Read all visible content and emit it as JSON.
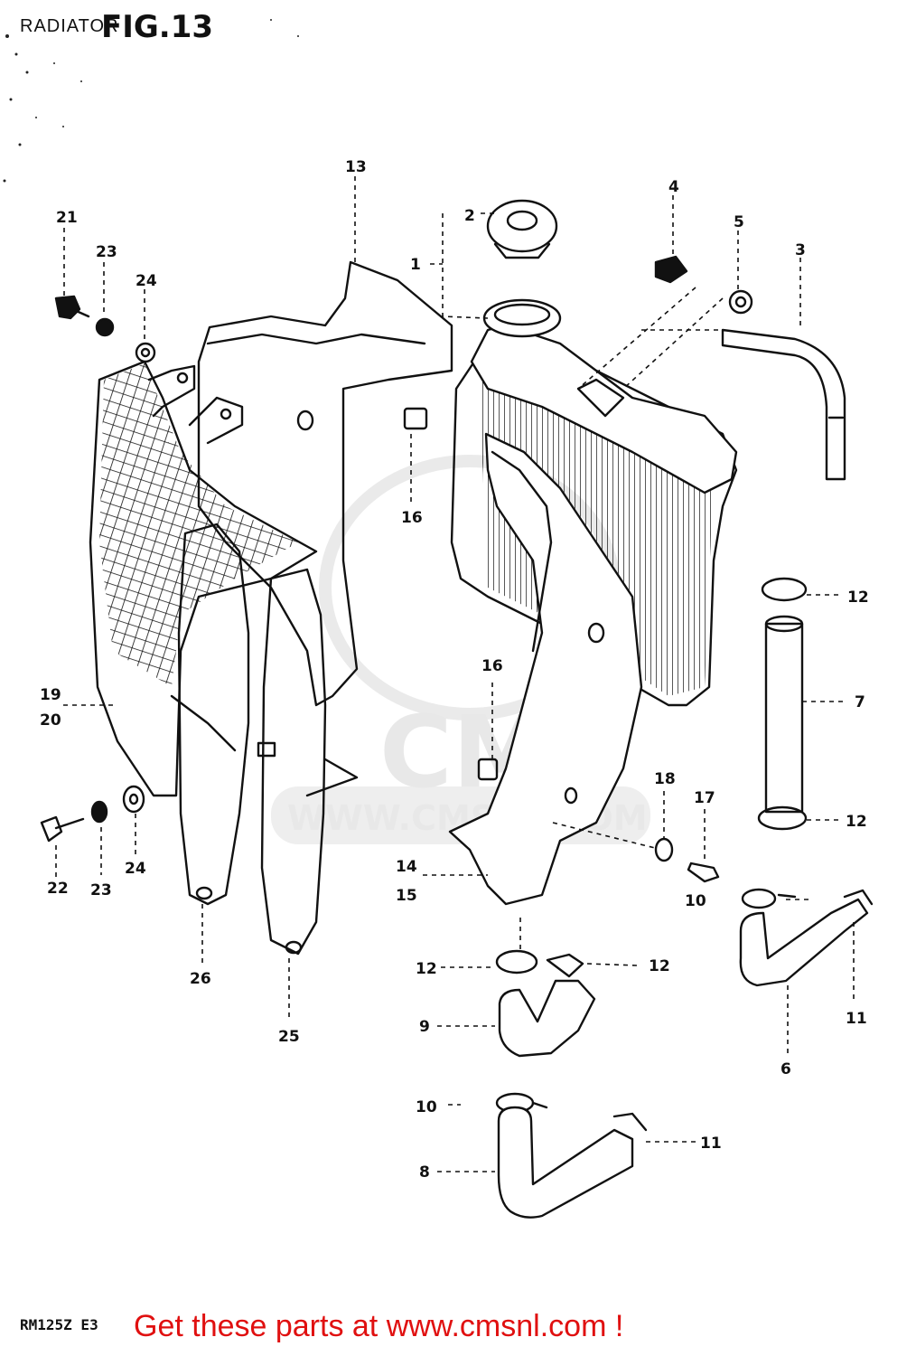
{
  "header": {
    "section": "RADIATOR",
    "figure": "FIG.13"
  },
  "model_code": "RM125Z E3",
  "watermark": {
    "brand": "CMS",
    "url": "WWW.CMSNL.COM"
  },
  "footer": {
    "text": "Get these parts at www.cmsnl.com !",
    "color": "#e01010"
  },
  "callouts": [
    {
      "id": "c1",
      "label": "1"
    },
    {
      "id": "c2",
      "label": "2"
    },
    {
      "id": "c3",
      "label": "3"
    },
    {
      "id": "c4",
      "label": "4"
    },
    {
      "id": "c5",
      "label": "5"
    },
    {
      "id": "c6",
      "label": "6"
    },
    {
      "id": "c7",
      "label": "7"
    },
    {
      "id": "c8",
      "label": "8"
    },
    {
      "id": "c9",
      "label": "9"
    },
    {
      "id": "c10a",
      "label": "10"
    },
    {
      "id": "c10b",
      "label": "10"
    },
    {
      "id": "c11a",
      "label": "11"
    },
    {
      "id": "c11b",
      "label": "11"
    },
    {
      "id": "c12a",
      "label": "12"
    },
    {
      "id": "c12b",
      "label": "12"
    },
    {
      "id": "c12c",
      "label": "12"
    },
    {
      "id": "c12d",
      "label": "12"
    },
    {
      "id": "c13",
      "label": "13"
    },
    {
      "id": "c14",
      "label": "14"
    },
    {
      "id": "c15",
      "label": "15"
    },
    {
      "id": "c16a",
      "label": "16"
    },
    {
      "id": "c16b",
      "label": "16"
    },
    {
      "id": "c17",
      "label": "17"
    },
    {
      "id": "c18",
      "label": "18"
    },
    {
      "id": "c19",
      "label": "19"
    },
    {
      "id": "c20",
      "label": "20"
    },
    {
      "id": "c21",
      "label": "21"
    },
    {
      "id": "c22",
      "label": "22"
    },
    {
      "id": "c23a",
      "label": "23"
    },
    {
      "id": "c23b",
      "label": "23"
    },
    {
      "id": "c24a",
      "label": "24"
    },
    {
      "id": "c24b",
      "label": "24"
    },
    {
      "id": "c25",
      "label": "25"
    },
    {
      "id": "c26",
      "label": "26"
    }
  ]
}
